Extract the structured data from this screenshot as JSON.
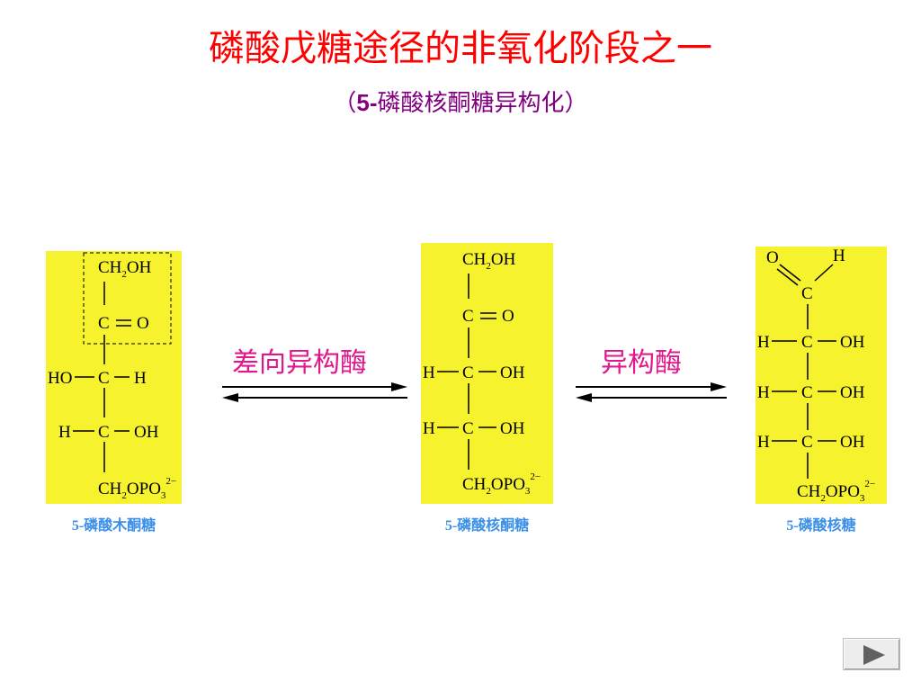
{
  "title": "磷酸戊糖途径的非氧化阶段之一",
  "subtitle": {
    "open": "（",
    "num": "5-",
    "text": "磷酸核酮糖异构化",
    "close": "）"
  },
  "enzymes": {
    "epimerase": "差向异构酶",
    "isomerase": "异构酶"
  },
  "captions": {
    "xylulose": "5-磷酸木酮糖",
    "ribulose": "5-磷酸核酮糖",
    "ribose": "5-磷酸核糖"
  },
  "chem": {
    "ch2oh": "CH",
    "ch2oh_sub": "2",
    "ch2oh_tail": "OH",
    "c": "C",
    "o": "O",
    "h": "H",
    "oh": "OH",
    "ho": "HO",
    "eq": "=",
    "dash": "—",
    "ch2opo3": "CH",
    "ch2opo3_sub": "2",
    "ch2opo3_mid": "OPO",
    "ch2opo3_sub2": "3",
    "charge": "2−"
  },
  "colors": {
    "title": "#ff0000",
    "subtitle": "#800080",
    "enzyme": "#e0188c",
    "caption": "#3b8fe6",
    "panel": "#f6f22e"
  },
  "icons": {
    "next": "play-triangle-icon"
  }
}
